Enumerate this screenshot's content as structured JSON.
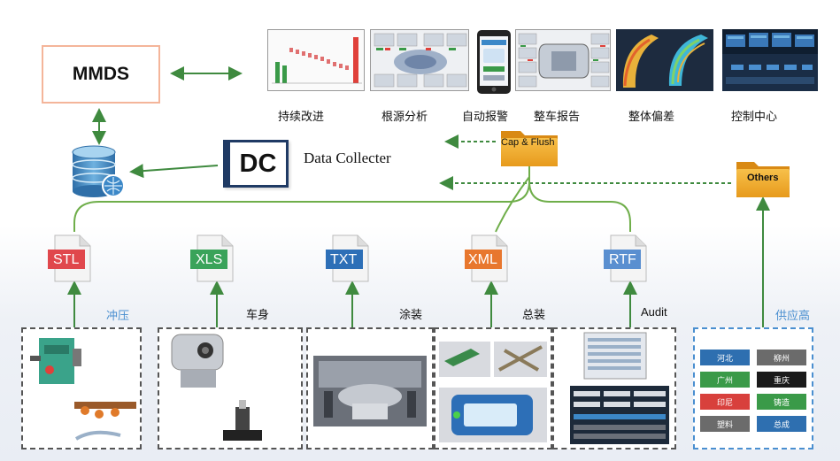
{
  "top": {
    "mmds_label": "MMDS",
    "dc_label": "DC",
    "dc_caption": "Data Collecter",
    "thumbnails": [
      {
        "label": "持续改进"
      },
      {
        "label": "根源分析"
      },
      {
        "label": "自动报警"
      },
      {
        "label": "整车报告"
      },
      {
        "label": "整体偏差"
      },
      {
        "label": "控制中心"
      }
    ]
  },
  "folders": {
    "cap_flush": "Cap & Flush",
    "others": "Others"
  },
  "documents": [
    {
      "ext": "STL",
      "color": "#e0474c"
    },
    {
      "ext": "XLS",
      "color": "#3aa35a"
    },
    {
      "ext": "TXT",
      "color": "#2d6fb7"
    },
    {
      "ext": "XML",
      "color": "#e8772e"
    },
    {
      "ext": "RTF",
      "color": "#5a8fd0"
    }
  ],
  "stations": [
    {
      "label": "冲压",
      "color": "#4a8fd0"
    },
    {
      "label": "车身",
      "color": "#111111"
    },
    {
      "label": "涂装",
      "color": "#111111"
    },
    {
      "label": "总装",
      "color": "#111111"
    },
    {
      "label": "Audit",
      "color": "#111111"
    },
    {
      "label": "供应高",
      "color": "#4a8fd0"
    }
  ],
  "suppliers": [
    {
      "name": "河北",
      "color": "#2e6fb0"
    },
    {
      "name": "柳州",
      "color": "#6b6b6b"
    },
    {
      "name": "广州",
      "color": "#3a9a48"
    },
    {
      "name": "重庆",
      "color": "#1a1a1a"
    },
    {
      "name": "印尼",
      "color": "#d8403c"
    },
    {
      "name": "铸造",
      "color": "#3a9a48"
    },
    {
      "name": "塑料",
      "color": "#6b6b6b"
    },
    {
      "name": "总成",
      "color": "#2e6fb0"
    }
  ],
  "colors": {
    "arrow_green": "#3f8a3f",
    "line_green": "#6fae4a"
  }
}
